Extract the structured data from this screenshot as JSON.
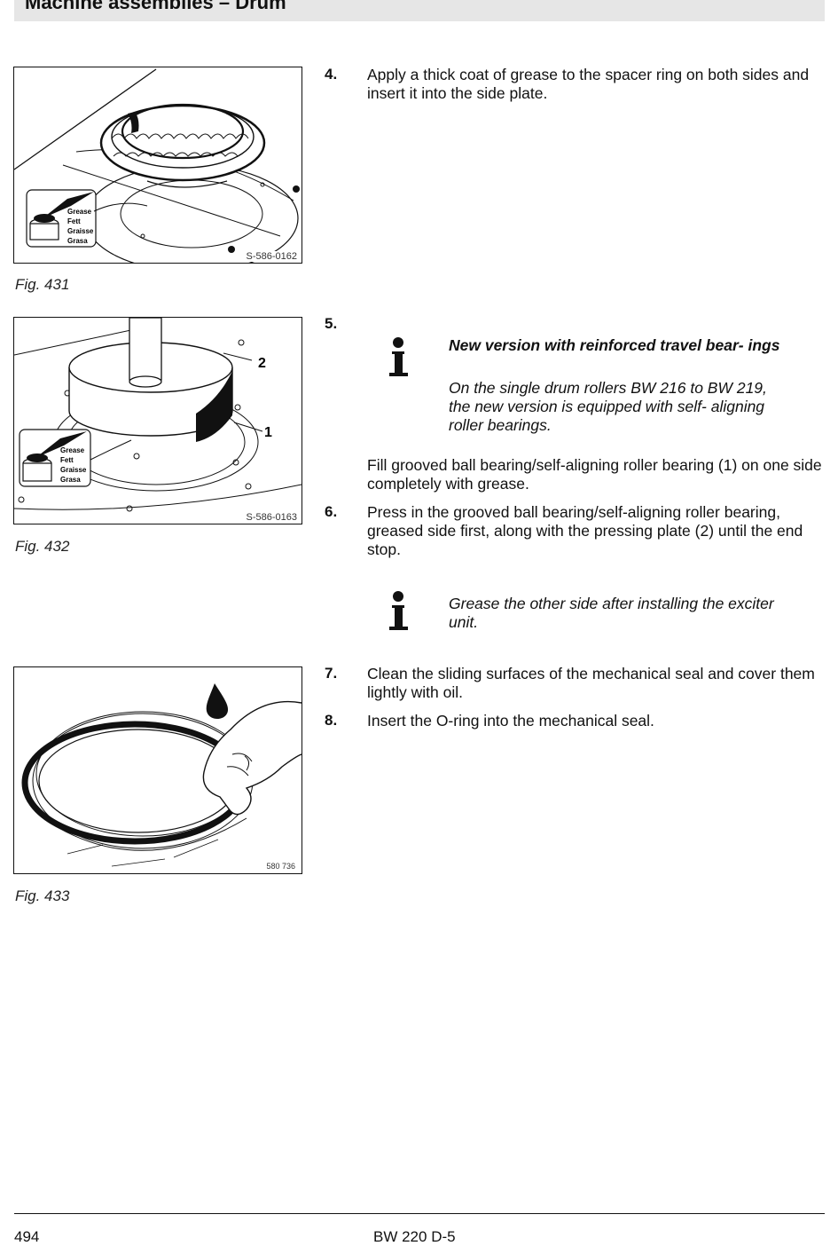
{
  "header": {
    "title": "Machine assemblies – Drum"
  },
  "figures": [
    {
      "caption": "Fig.  431",
      "code": "S-586-0162",
      "grease_labels": [
        "Grease",
        "Fett",
        "Graisse",
        "Grasa"
      ]
    },
    {
      "caption": "Fig.  432",
      "code": "S-586-0163",
      "grease_labels": [
        "Grease",
        "Fett",
        "Graisse",
        "Grasa"
      ],
      "callouts": [
        "2",
        "1"
      ]
    },
    {
      "caption": "Fig.  433",
      "code": "580 736"
    }
  ],
  "steps": {
    "s4": {
      "num": "4.",
      "text": "Apply a thick coat of grease to the spacer ring on both sides and insert it into the side plate."
    },
    "s5": {
      "num": "5.",
      "text": "Fill grooved ball bearing/self-aligning roller bearing (1) on one side completely with grease."
    },
    "s6": {
      "num": "6.",
      "text": "Press in the grooved ball bearing/self-aligning roller bearing, greased side first, along with the pressing plate (2) until the end stop."
    },
    "s7": {
      "num": "7.",
      "text": "Clean the sliding surfaces of the mechanical seal and cover them lightly with oil."
    },
    "s8": {
      "num": "8.",
      "text": "Insert the O-ring into the mechanical seal."
    }
  },
  "notes": {
    "n1": {
      "icon": "info-icon",
      "title": "New version with reinforced travel bear- ings",
      "text": "On the single drum rollers BW 216 to BW 219, the new version is equipped with self- aligning roller bearings."
    },
    "n2": {
      "icon": "info-icon",
      "text": "Grease the other side after installing the exciter unit."
    }
  },
  "footer": {
    "page": "494",
    "model": "BW 220 D-5"
  }
}
